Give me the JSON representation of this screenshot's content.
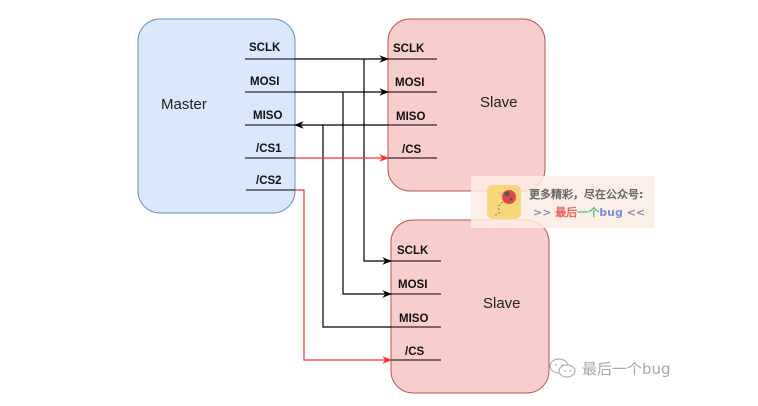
{
  "master": {
    "title": "Master",
    "pins": [
      "SCLK",
      "MOSI",
      "MISO",
      "/CS1",
      "/CS2"
    ]
  },
  "slave1": {
    "title": "Slave",
    "pins": [
      "SCLK",
      "MOSI",
      "MISO",
      "/CS"
    ]
  },
  "slave2": {
    "title": "Slave",
    "pins": [
      "SCLK",
      "MOSI",
      "MISO",
      "/CS"
    ]
  },
  "colors": {
    "master_fill": "#dae8fc",
    "master_stroke": "#6c8ebf",
    "slave_fill": "#f8cecc",
    "slave_stroke": "#b85450",
    "wire": "#000000",
    "cs_wire": "#ff3333"
  },
  "banner": {
    "line1": "更多精彩，尽在公众号:",
    "prefix": ">>",
    "name_red": "最后",
    "name_green": "一个",
    "name_blue": "bug",
    "suffix": "<<",
    "icon": "ladybug-icon"
  },
  "watermark": {
    "icon": "wechat-icon",
    "text": "最后一个bug"
  }
}
